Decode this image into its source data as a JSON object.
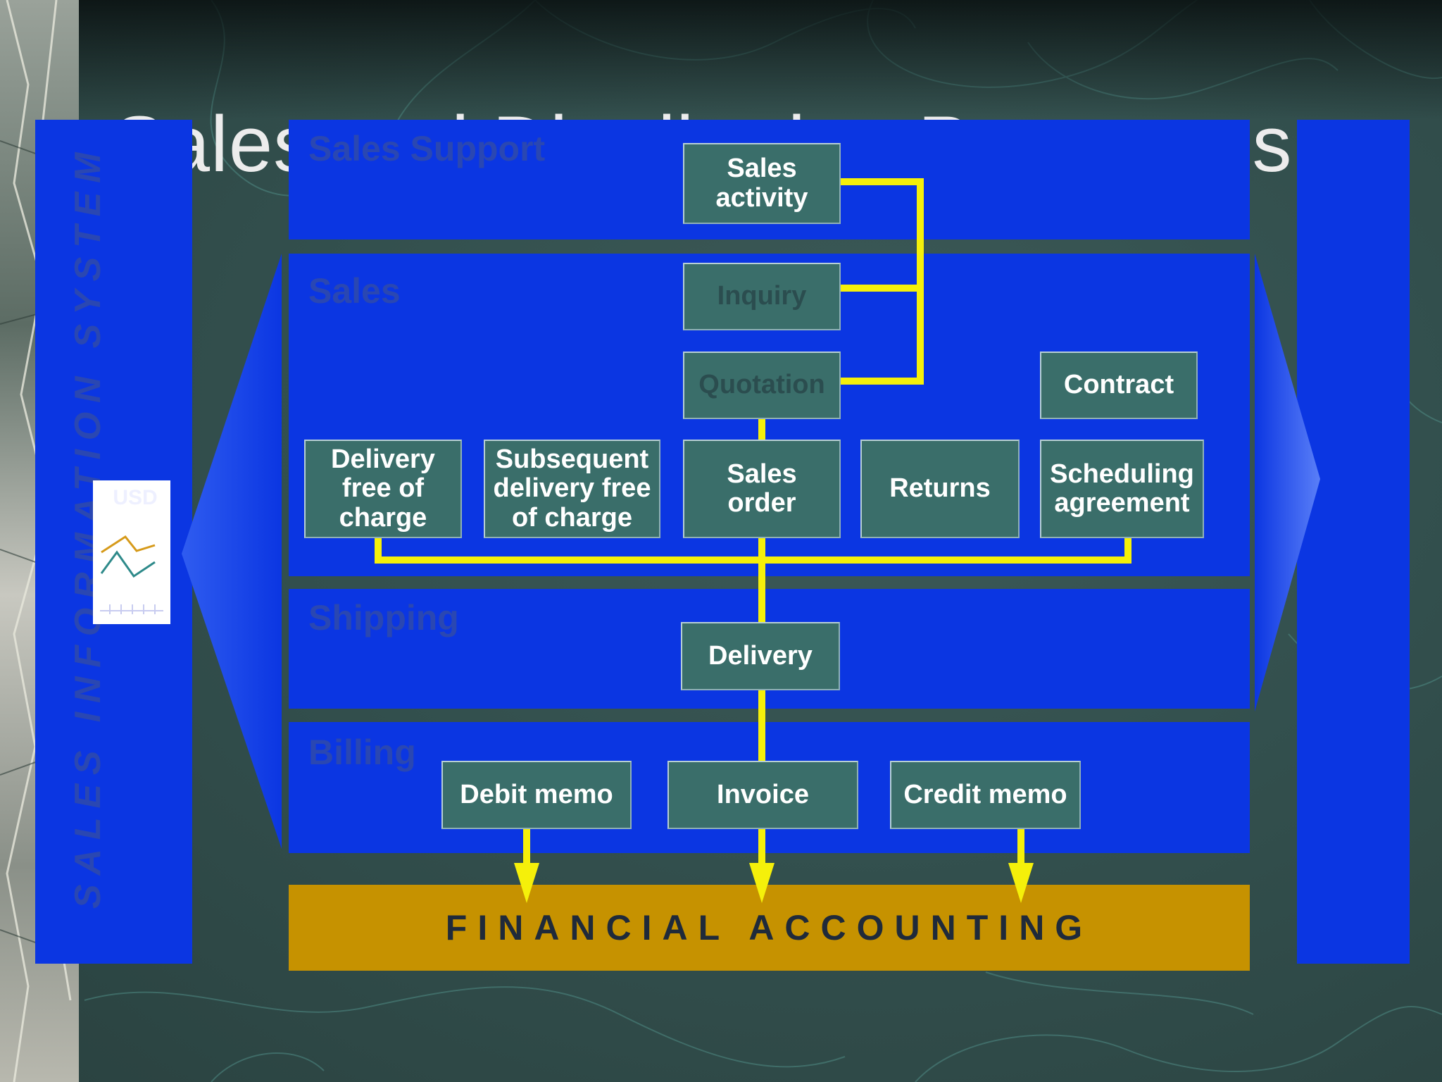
{
  "slide": {
    "title": "Sales and Distribution Processes"
  },
  "sales_information_system": {
    "label": "SALES INFORMATION SYSTEM",
    "chart_icon": "line-chart-icon",
    "chart_currency": "USD"
  },
  "bands": {
    "sales_support": "Sales Support",
    "sales": "Sales",
    "shipping": "Shipping",
    "billing": "Billing"
  },
  "nodes": {
    "sales_activity": [
      "Sales",
      "activity"
    ],
    "inquiry": "Inquiry",
    "quotation": "Quotation",
    "contract": "Contract",
    "delivery_free_of_charge": [
      "Delivery",
      "free of",
      "charge"
    ],
    "subsequent_delivery": [
      "Subsequent",
      "delivery free",
      "of charge"
    ],
    "sales_order": [
      "Sales",
      "order"
    ],
    "returns": "Returns",
    "scheduling_agreement": [
      "Scheduling",
      "agreement"
    ],
    "delivery": "Delivery",
    "debit_memo": "Debit memo",
    "invoice": "Invoice",
    "credit_memo": "Credit memo"
  },
  "financial_accounting": "FINANCIAL ACCOUNTING",
  "colors": {
    "band_blue": "#0b36e2",
    "box_teal": "#3a6e6a",
    "connector_yellow": "#f5f00a",
    "financial_gold": "#c69200",
    "background": "#33504e"
  }
}
